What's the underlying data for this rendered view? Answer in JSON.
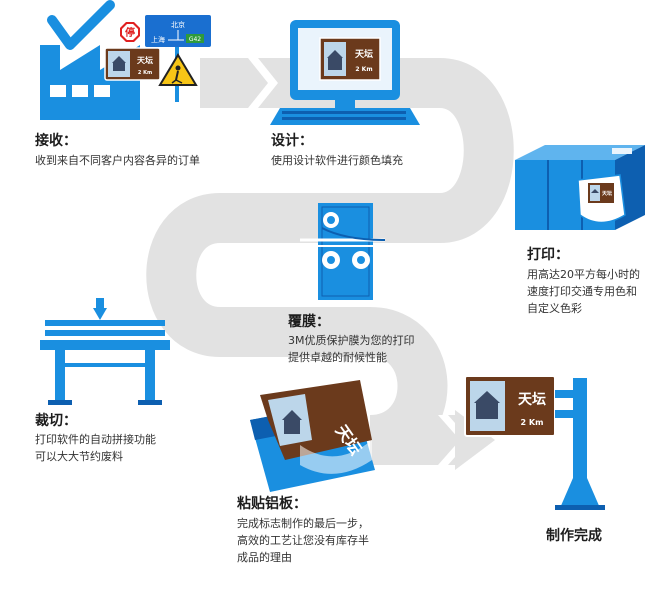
{
  "steps": [
    {
      "id": "receive",
      "title": "接收：",
      "desc": "收到来自不同客户内容各异的订单"
    },
    {
      "id": "design",
      "title": "设计：",
      "desc": "使用设计软件进行颜色填充"
    },
    {
      "id": "print",
      "title": "打印：",
      "desc": "用高达20平方每小时的\n速度打印交通专用色和\n自定义色彩"
    },
    {
      "id": "laminate",
      "title": "覆膜：",
      "desc": "3M优质保护膜为您的打印\n提供卓越的耐候性能"
    },
    {
      "id": "cut",
      "title": "裁切：",
      "desc": "打印软件的自动拼接功能\n可以大大节约废料"
    },
    {
      "id": "mount",
      "title": "粘贴铝板：",
      "desc": "完成标志制作的最后一步，\n高效的工艺让您没有库存半\n成品的理由"
    },
    {
      "id": "done",
      "title": "制作完成",
      "desc": ""
    }
  ],
  "sign": {
    "name": "天坛",
    "distance": "2 Km",
    "partial_name": "天坛",
    "stop": "停",
    "dir_north": "北京",
    "dir_west": "上海",
    "route": "G42"
  },
  "colors": {
    "accent": "#1a8fe0",
    "accent_dark": "#0d5fb0",
    "path": "#e4e4e4",
    "sign_brown": "#6b3a1c"
  }
}
